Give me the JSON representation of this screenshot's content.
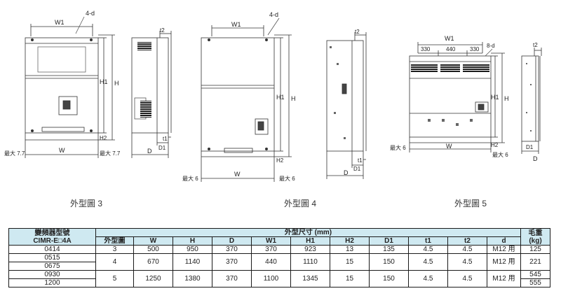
{
  "captions": {
    "fig3": "外型圖 3",
    "fig4": "外型圖 4",
    "fig5": "外型圖 5"
  },
  "dims": {
    "w": "W",
    "w1": "W1",
    "h": "H",
    "h1": "H1",
    "h2": "H2",
    "d": "D",
    "d1": "D1",
    "t1": "t1",
    "t2": "t2",
    "hole4": "4-d",
    "hole8": "8-d",
    "max77": "最大 7.7",
    "max6": "最大 6",
    "seg330a": "330",
    "seg440": "440",
    "seg330b": "330"
  },
  "table": {
    "model_header_line1": "變頻器型號",
    "model_header_line2": "CIMR-E□4A",
    "dims_group_header": "外型尺寸 (mm)",
    "weight_header_line1": "毛重",
    "weight_header_line2": "(kg)",
    "columns": [
      "外型圖",
      "W",
      "H",
      "D",
      "W1",
      "H1",
      "H2",
      "D1",
      "t1",
      "t2",
      "d"
    ],
    "models": [
      "0414",
      "0515",
      "0675",
      "0930",
      "1200"
    ],
    "groups": [
      {
        "fig": "3",
        "W": "500",
        "H": "950",
        "D": "370",
        "W1": "370",
        "H1": "923",
        "H2": "13",
        "D1": "135",
        "t1": "4.5",
        "t2": "4.5",
        "d": "M12 用"
      },
      {
        "fig": "4",
        "W": "670",
        "H": "1140",
        "D": "370",
        "W1": "440",
        "H1": "1110",
        "H2": "15",
        "D1": "150",
        "t1": "4.5",
        "t2": "4.5",
        "d": "M12 用"
      },
      {
        "fig": "5",
        "W": "1250",
        "H": "1380",
        "D": "370",
        "W1": "1100",
        "H1": "1345",
        "H2": "15",
        "D1": "150",
        "t1": "4.5",
        "t2": "4.5",
        "d": "M12 用"
      }
    ],
    "weights": [
      "125",
      "221",
      "545",
      "555"
    ]
  }
}
